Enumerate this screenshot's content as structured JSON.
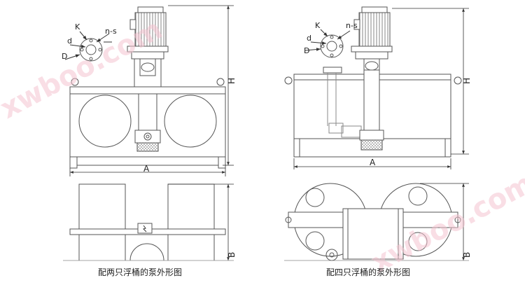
{
  "flange_labels": {
    "k": "K",
    "ns": "n-s",
    "d_small": "d",
    "d_big": "D"
  },
  "dimension_labels": {
    "a": "A",
    "h": "H",
    "b": "B"
  },
  "captions": {
    "left": "配两只浮桶的泵外形图",
    "right": "配四只浮桶的泵外形图"
  },
  "watermark": "xwboo.com",
  "colors": {
    "line": "#555555",
    "bg": "#ffffff",
    "watermark": "#f4c3cf"
  }
}
